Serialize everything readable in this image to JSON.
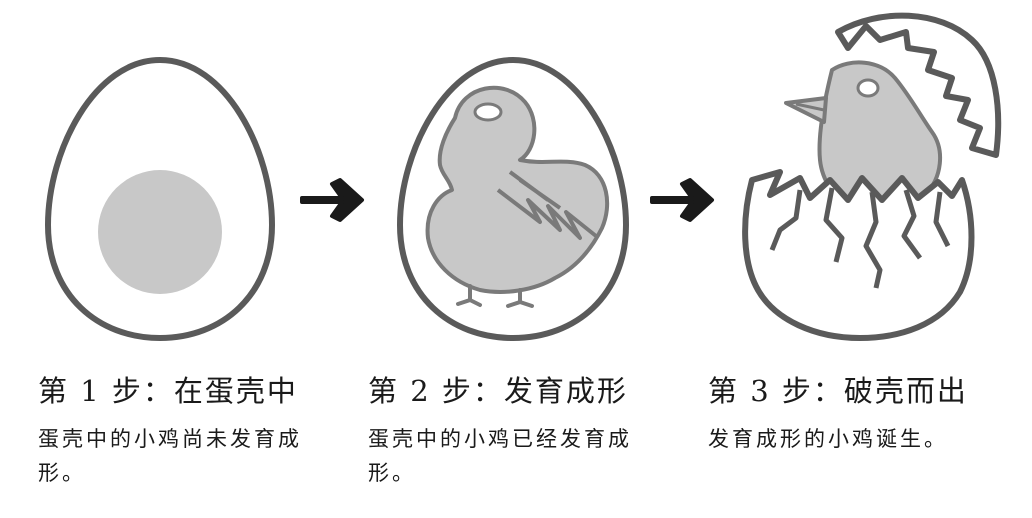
{
  "steps": [
    {
      "title": "第 1 步：在蛋壳中",
      "desc": "蛋壳中的小鸡尚未发育成形。"
    },
    {
      "title": "第 2 步：发育成形",
      "desc": "蛋壳中的小鸡已经发育成形。"
    },
    {
      "title": "第 3 步：破壳而出",
      "desc": "发育成形的小鸡诞生。"
    }
  ],
  "colors": {
    "outline": "#5a5a5a",
    "fill": "#c8c8c8",
    "arrow": "#1a1a1a"
  },
  "icons": [
    "whole-egg-icon",
    "embryo-chick-icon",
    "hatching-chick-icon",
    "right-arrow-icon"
  ]
}
